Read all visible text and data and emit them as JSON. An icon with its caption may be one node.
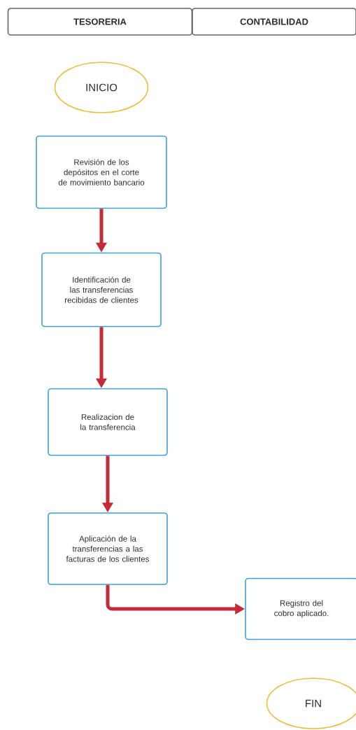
{
  "diagram": {
    "nodes": [
      {
        "text": [
          "TESORERIA"
        ]
      },
      {
        "text": [
          "CONTABILIDAD"
        ]
      },
      {
        "text": [
          "INICIO"
        ]
      },
      {
        "text": [
          "Revisión de los depósitos en el corte de movimiento bancario"
        ]
      },
      {
        "text": [
          "Identificación de las transferencias recibidas de clientes"
        ]
      },
      {
        "text": [
          "Realizacion de la transferencia"
        ]
      },
      {
        "text": [
          "Aplicación de la transferencias a las facturas de los clientes"
        ]
      },
      {
        "text": [
          "Registro del cobro aplicado."
        ]
      },
      {
        "text": [
          "FIN"
        ]
      }
    ],
    "edges": [
      {
        "from": 3,
        "to": 4,
        "arrow": "to"
      },
      {
        "from": 4,
        "to": 5,
        "arrow": "to"
      },
      {
        "from": 5,
        "to": 6,
        "arrow": "to"
      },
      {
        "from": 6,
        "to": 7,
        "arrow": "to"
      }
    ]
  }
}
